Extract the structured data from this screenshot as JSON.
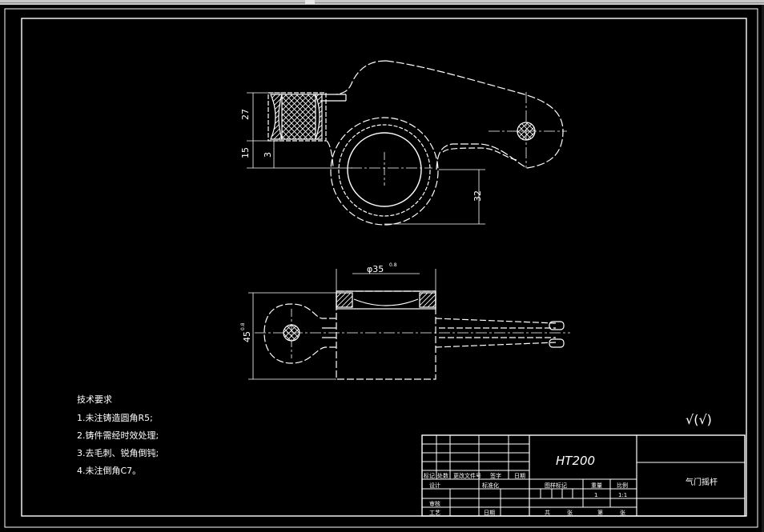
{
  "drawing": {
    "dimensions": {
      "d27": "27",
      "d15": "15",
      "d3": "3",
      "d32": "32",
      "dia35": "φ35",
      "dia35_tol": "0.8",
      "dia45": "45",
      "dia45_tol": "0.8"
    },
    "tech_requirements": {
      "title": "技术要求",
      "items": [
        "1.未注铸造圆角R5;",
        "2.铸件需经时效处理;",
        "3.去毛刺、锐角倒钝;",
        "4.未注倒角C7。"
      ]
    },
    "roughness": "√(√)",
    "title_block": {
      "material": "HT200",
      "part_name": "气门摇杆",
      "header_cells": [
        "标记",
        "处数",
        "更改文件号",
        "签字",
        "日期"
      ],
      "row_design": "设计",
      "row_standardize": "标准化",
      "stage_mark": "图样标记",
      "weight": "重量",
      "scale": "比例",
      "weight_value": "1",
      "scale_value": "1:1",
      "row_review": "审核",
      "row_process": "工艺",
      "date": "日期",
      "total_sheets": "共",
      "sheet": "张",
      "sheet_no": "第",
      "sheet_suffix": "张"
    }
  }
}
